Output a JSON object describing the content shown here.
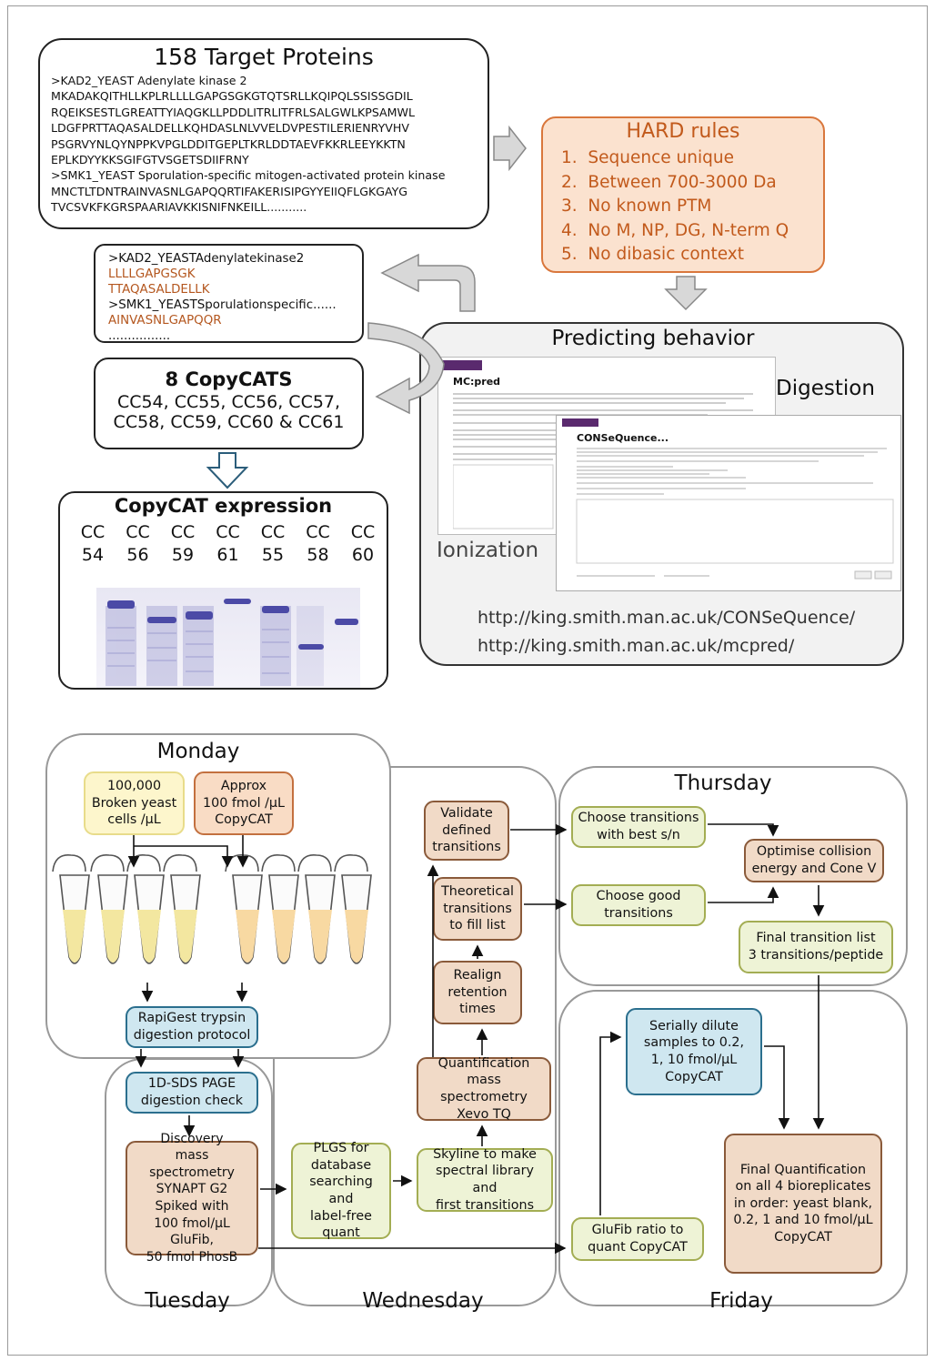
{
  "target_box": {
    "title": "158 Target Proteins",
    "lines": [
      ">KAD2_YEAST Adenylate kinase 2",
      "MKADAKQITHLLKPLRLLLLGAPGSGKGTQTSRLLKQIPQLSSISSGDIL",
      "RQEIKSESTLGREATTYIAQGKLLPDDLITRLITFRLSALGWLKPSAMWL",
      "LDGFPRTTAQASALDELLKQHDASLNLVVELDVPESTILERIENRYVHV",
      "PSGRVYNLQYNPPKVPGLDDITGEPLTKRLDDTAEVFKKRLEEYKKTN",
      "EPLKDYYKKSGIFGTVSGETSDIIFRNY",
      ">SMK1_YEAST Sporulation-specific mitogen-activated protein kinase",
      "MNCTLTDNTRAINVASNLGAPQQRTIFAKERISIPGYYEIIQFLGKGAYG",
      "TVCSVKFKGRSPAARIAVKKISNIFNKEILL..........."
    ]
  },
  "hard_rules": {
    "title": "HARD rules",
    "items": [
      "1.  Sequence unique",
      "2.  Between 700-3000 Da",
      "3.  No known PTM",
      "4.  No M, NP, DG, N-term Q",
      "5.  No dibasic context"
    ],
    "colors": {
      "fill": "#fbe2cf",
      "border": "#d9773c",
      "text": "#c25a1c"
    }
  },
  "peptide_box": {
    "lines": [
      {
        "text": ">KAD2_YEASTAdenylatekinase2",
        "style": "black"
      },
      {
        "text": "LLLLGAPGSGK",
        "style": "orange"
      },
      {
        "text": "TTAQASALDELLK",
        "style": "orange"
      },
      {
        "text": ">SMK1_YEASTSporulationspecific......",
        "style": "black"
      },
      {
        "text": "AINVASNLGAPQQR",
        "style": "orange"
      },
      {
        "text": "................",
        "style": "black"
      }
    ]
  },
  "copycats_box": {
    "title": "8 CopyCATS",
    "line1": "CC54, CC55, CC56, CC57,",
    "line2": "CC58, CC59, CC60 & CC61"
  },
  "expression": {
    "title": "CopyCAT expression",
    "lanes": [
      {
        "top": "CC",
        "bottom": "54"
      },
      {
        "top": "CC",
        "bottom": "56"
      },
      {
        "top": "CC",
        "bottom": "59"
      },
      {
        "top": "CC",
        "bottom": "61"
      },
      {
        "top": "CC",
        "bottom": "55"
      },
      {
        "top": "CC",
        "bottom": "58"
      },
      {
        "top": "CC",
        "bottom": "60"
      }
    ]
  },
  "predicting": {
    "title": "Predicting behavior",
    "digestion": "Digestion",
    "ionization": "Ionization",
    "screenshot1_title": "MC:pred",
    "screenshot2_title": "CONSeQuence...",
    "url1": "http://king.smith.man.ac.uk/CONSeQuence/",
    "url2": "http://king.smith.man.ac.uk/mcpred/"
  },
  "days": {
    "monday": "Monday",
    "tuesday": "Tuesday",
    "wednesday": "Wednesday",
    "thursday": "Thursday",
    "friday": "Friday"
  },
  "nodes": {
    "broken_yeast": "100,000\nBroken yeast\ncells /μL",
    "approx_copycat": "Approx\n100 fmol /μL\nCopyCAT",
    "rapigest": "RapiGest  trypsin\ndigestion protocol",
    "sds_page": "1D-SDS PAGE\ndigestion check",
    "discovery_ms": "Discovery\nmass spectrometry\nSYNAPT G2\nSpiked with\n100 fmol/μL GluFib,\n50 fmol PhosB",
    "plgs": "PLGS for\ndatabase\nsearching and\nlabel-free\nquant",
    "skyline": "Skyline to make\nspectral library and\nfirst transitions",
    "quant_ms": "Quantification\nmass spectrometry\nXevo TQ",
    "realign": "Realign\nretention\ntimes",
    "theoretical": "Theoretical\ntransitions\nto fill list",
    "validate": "Validate\ndefined\ntransitions",
    "choose_best": "Choose transitions\nwith best s/n",
    "choose_good": "Choose good\ntransitions",
    "optimise": "Optimise collision\nenergy and Cone V",
    "final_list": "Final transition list\n3 transitions/peptide",
    "serially": "Serially dilute\nsamples to 0.2,\n1, 10 fmol/μL\nCopyCAT",
    "glufib": "GluFib ratio to\nquant CopyCAT",
    "final_quant": "Final Quantification\non all 4 bioreplicates\nin order: yeast blank,\n0.2, 1 and 10 fmol/μL\nCopyCAT"
  }
}
